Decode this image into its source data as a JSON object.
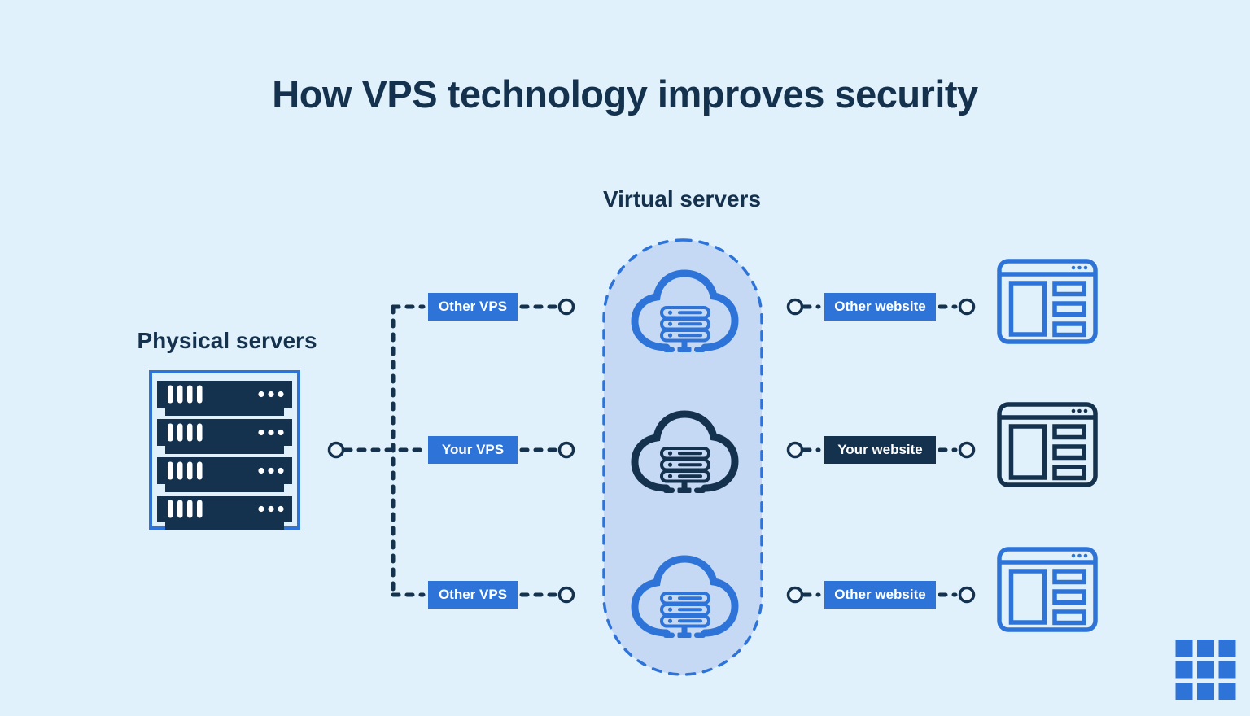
{
  "page": {
    "title": "How VPS technology improves security",
    "background_color": "#e0f1fb"
  },
  "colors": {
    "navy": "#14314e",
    "blue": "#2e74d8",
    "capsule_fill": "#c5d9f5",
    "label_text": "#ffffff"
  },
  "sections": {
    "physical": {
      "heading": "Physical servers",
      "icon": "server-rack-icon"
    },
    "virtual": {
      "heading": "Virtual servers",
      "icon": "cloud-server-icon"
    },
    "websites": {
      "icon": "browser-window-icon"
    }
  },
  "rows": [
    {
      "vps_label": "Other VPS",
      "website_label": "Other website",
      "owner": "other"
    },
    {
      "vps_label": "Your VPS",
      "website_label": "Your website",
      "owner": "your"
    },
    {
      "vps_label": "Other VPS",
      "website_label": "Other website",
      "owner": "other"
    }
  ],
  "logo": {
    "icon": "grid-logo-icon"
  }
}
